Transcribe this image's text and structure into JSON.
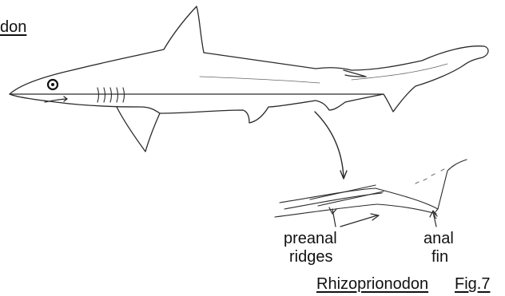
{
  "header": {
    "top_caption": "don"
  },
  "labels": {
    "preanal_ridges_line1": "preanal",
    "preanal_ridges_line2": "ridges",
    "anal_fin_line1": "anal",
    "anal_fin_line2": "fin"
  },
  "caption": {
    "genus": "Rhizoprionodon",
    "figure": "Fig.7"
  }
}
